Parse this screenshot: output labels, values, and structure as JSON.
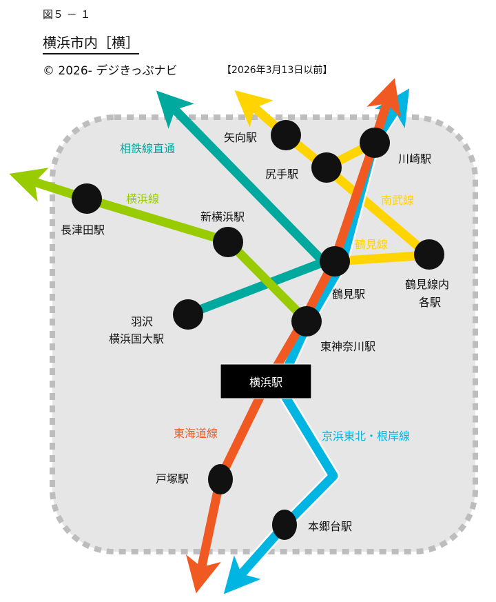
{
  "header": {
    "figure_number": "図５ － １",
    "title": "横浜市内［横］",
    "copyright": "© 2026- デジきっぷナビ",
    "date_note": "【2026年3月13日以前】"
  },
  "colors": {
    "area_fill": "#e6e6e6",
    "area_border": "#bdbdbd",
    "tokaido": "#f05a22",
    "keihin_tohoku": "#00b5e2",
    "yokohama_line": "#99cc00",
    "sotetsu": "#00a99d",
    "nambu_tsurumi": "#ffd400",
    "station": "#000000",
    "hub_box": "#000000",
    "hub_text": "#ffffff"
  },
  "lines": {
    "sotetsu": "相鉄線直通",
    "yokohama": "横浜線",
    "nambu": "南武線",
    "tsurumi": "鶴見線",
    "tokaido": "東海道線",
    "keihin_negishi": "京浜東北・根岸線"
  },
  "stations": {
    "yako": "矢向駅",
    "shiritte": "尻手駅",
    "kawasaki": "川崎駅",
    "nagatsuta": "長津田駅",
    "shin_yokohama": "新横浜駅",
    "tsurumi": "鶴見駅",
    "tsurumi_line_1": "鶴見線内",
    "tsurumi_line_2": "各駅",
    "hazawa_1": "羽沢",
    "hazawa_2": "横浜国大駅",
    "higashi_kanagawa": "東神奈川駅",
    "yokohama_hub": "横浜駅",
    "totsuka": "戸塚駅",
    "hongodai": "本郷台駅"
  }
}
